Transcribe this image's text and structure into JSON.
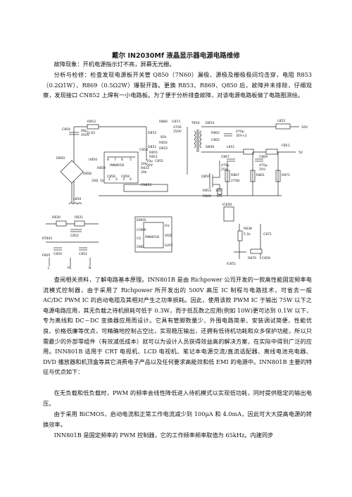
{
  "title": "戴尔 IN2030Mf 液晶显示器电源电路维修",
  "intro": [
    "故障现象：开机电源指示灯不亮，屏幕无光栅。",
    "分析与检修：检查发现电源板开关管 Q850（7N60）漏极、源极及栅极极间均击穿，电阻 R853（0.2Ω1W）、R869（0.5Ω2W）爆裂开路。更换 R853、R869、Q850 后，故障并未排除，仔细观察，发现接口 CN852 上焊有一小电路板。为了便于分析排查故障，对该电源电路板做了电路图测绘。"
  ],
  "schematic": {
    "labels": {
      "c854": "C854",
      "c854v": "68μ",
      "c854r": "450V",
      "r853": "R853",
      "r853v": "0.2Ω",
      "r880": "R880",
      "c873": "C873",
      "c873v": "4700",
      "c873r": "250V",
      "r829": "82k",
      "d853": "D853",
      "d851": "D851",
      "t850": "T850",
      "d854": "D854",
      "r862": "R862",
      "c862": "C862",
      "c868": "470μ",
      "c868r": "35V×2",
      "l852": "L852",
      "v16": "16V",
      "u850": "U850",
      "chip": "INN801B",
      "cn8": "C858",
      "pin8": "8",
      "pin7": "7",
      "pin6": "6",
      "pin5": "5",
      "pin1": "1",
      "pin2": "2",
      "pin3": "3",
      "pin4": "4",
      "r855": "R855",
      "d852": "D852",
      "r851": "R851",
      "c855": "C855",
      "c855v": "10μ",
      "c855r": "50V",
      "r854": "R854",
      "d856": "D856",
      "l851": "L851",
      "c867": "C867",
      "c867v": "470μ",
      "c867r": "25V",
      "fb": "FB51",
      "v5": "5V",
      "c869": "C869",
      "c869v": "470μ",
      "c869r": "25V",
      "d850": "D850",
      "r858": "R858",
      "r858v": "20Ω",
      "r859": "R859",
      "r859v": "1k",
      "c856": "C856",
      "c859": "C859",
      "r833": "R833",
      "r833v": "20k",
      "r838": "20k",
      "r850": "R850",
      "c851n": "C851",
      "cn852": "CN852",
      "l850": "L850",
      "q850": "Q850",
      "r853b": "R853",
      "r853bv": "10k",
      "r869": "R869",
      "r869v": "0.5",
      "r867": "R867",
      "r867v": "270Ω",
      "r861": "R861",
      "r871": "R871",
      "r830": "R830",
      "r831": "R831",
      "c852": "C852",
      "rt801": "RT801",
      "f805": "F805",
      "c850": "C850",
      "c851": "C851",
      "l": "L",
      "pe": "PE",
      "n": "N",
      "ic850": "IC850",
      "sub_emos": "EMOS",
      "sub_ttl": "INN801B",
      "sub_hv": "HV",
      "sub_vdd": "VDD",
      "sub_gate": "GATE",
      "sub_comp": "COMP",
      "sub_cs": "CS",
      "sub_gnd": "GND",
      "r838a": "R838",
      "r838av": "5.1k",
      "c871": "C871",
      "r879": "R879",
      "c859b": "C859",
      "ic851": "IC851"
    }
  },
  "body": [
    "查阅相关资料，了解电路基本原理。INN801B 是由 Richpower 公司开发的一款高性能固定频率电流模式控制器，由于采用了 Richpower 所开发出的 500V 高压 IC 制程与电路技术，可省去一般 AC/DC PWM IC 的启动电阻及其相对产生之功率损耗。因此，使用该款 PWM IC 于输出 75W 以下之电源电路应用，其无负载之待机损耗可低于 0.3W，而于低瓦数之应用(例如 10W)更可达到 0.1W 以下，专为离线和 DC－DC 变换器应用而设计。它具有管脚数量少、外围电路简单、安装调试简便、性能优良、价格低廉等优点，可精确地控制占空比，实现稳压输出，还拥有低待机功耗和众多保护功能，所以只需最少的外部零组件（有效减低成本）就可以为设计人员获得效益高的解决方案，在实际中得到广泛的应用。INN801B 适用于 CRT 电视机、LCD 电视机、笔记本电源交流/直流适配器、离线电池充电器、DVD 播放器和机顶盒等其它消费电子产品以及任何要求高能效和低 EMI 的电源中。INN801B 主要的特征与优点如下：",
    "在无负载和低负载时，PWM 的频率会线性降低进入待机模式以实现低功耗，同时提供稳定的输出电压。",
    "由于采用 BiCMOS，启动电流和正常工作电流减少到 100μA 和 4.0mA，因此可大大提高电源的转换效率。",
    "INN801B 是固定频率的 PWM 控制器，它的工作频率频率取值为 65kHz。内建同步"
  ]
}
